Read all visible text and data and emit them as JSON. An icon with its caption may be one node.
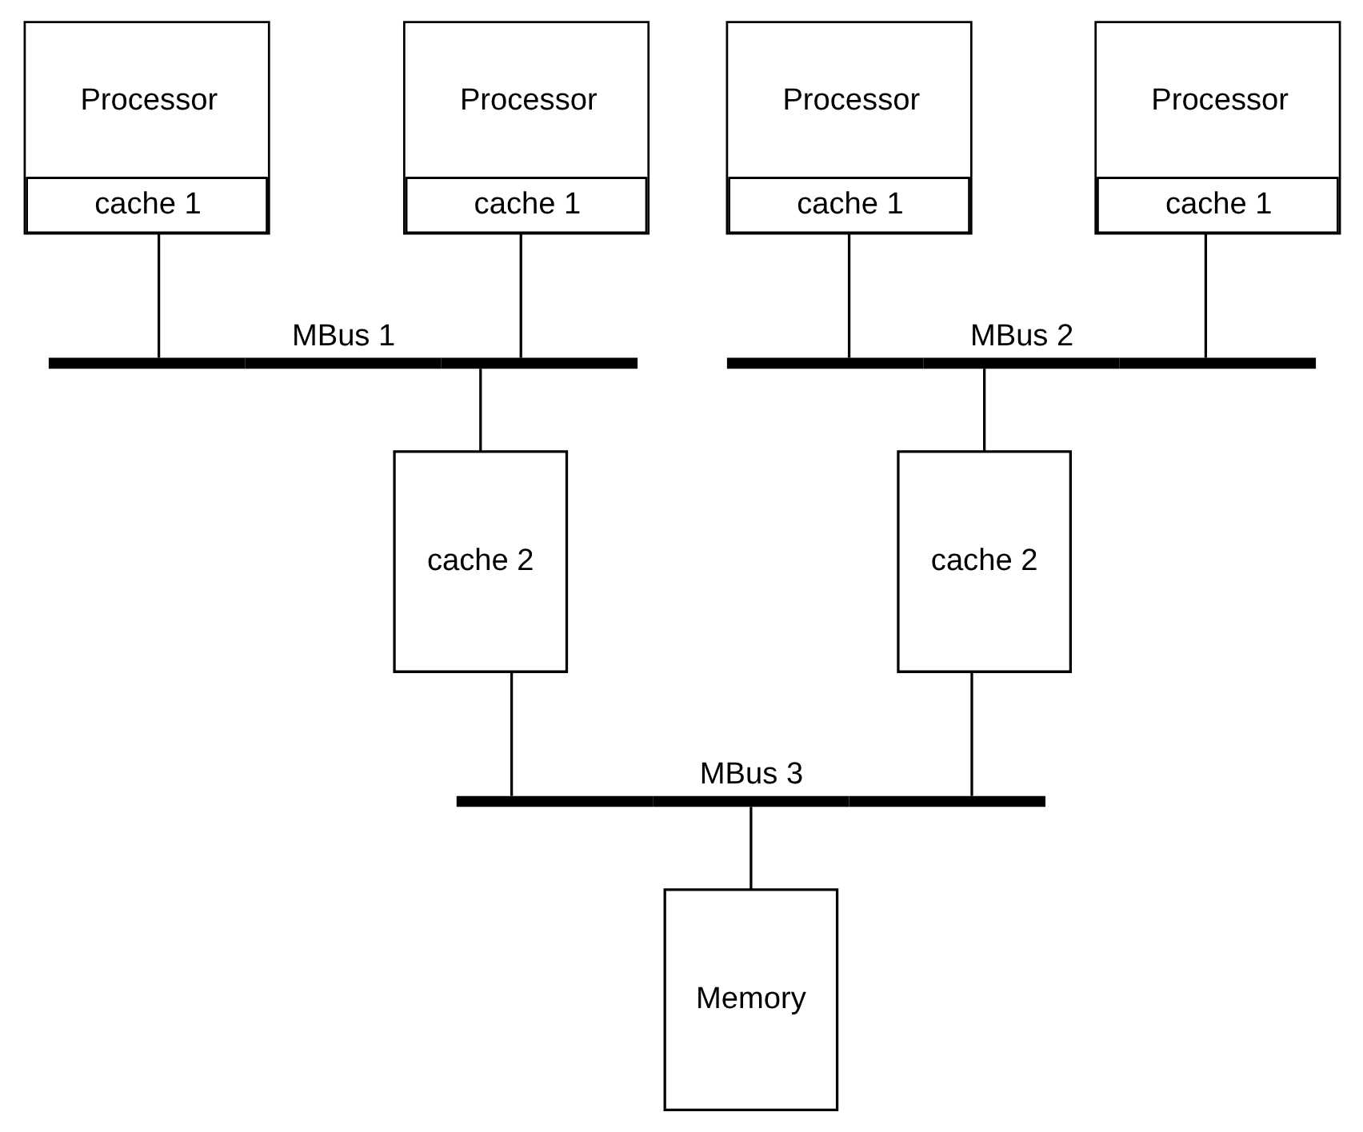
{
  "diagram": {
    "nodes": [
      {
        "text": [
          "Processor",
          "cache 1"
        ]
      },
      {
        "text": [
          "Processor",
          "cache 1"
        ]
      },
      {
        "text": [
          "Processor",
          "cache 1"
        ]
      },
      {
        "text": [
          "Processor",
          "cache 1"
        ]
      },
      {
        "text": [
          "MBus 1"
        ]
      },
      {
        "text": [
          "MBus 2"
        ]
      },
      {
        "text": [
          "cache 2"
        ]
      },
      {
        "text": [
          "cache 2"
        ]
      },
      {
        "text": [
          "MBus 3"
        ]
      },
      {
        "text": [
          "Memory"
        ]
      }
    ],
    "edges": [
      {
        "from": 0,
        "to": 4,
        "arrow": "none"
      },
      {
        "from": 1,
        "to": 4,
        "arrow": "none"
      },
      {
        "from": 2,
        "to": 5,
        "arrow": "none"
      },
      {
        "from": 3,
        "to": 5,
        "arrow": "none"
      },
      {
        "from": 4,
        "to": 6,
        "arrow": "none"
      },
      {
        "from": 5,
        "to": 7,
        "arrow": "none"
      },
      {
        "from": 6,
        "to": 8,
        "arrow": "none"
      },
      {
        "from": 7,
        "to": 8,
        "arrow": "none"
      },
      {
        "from": 8,
        "to": 9,
        "arrow": "none"
      }
    ]
  }
}
